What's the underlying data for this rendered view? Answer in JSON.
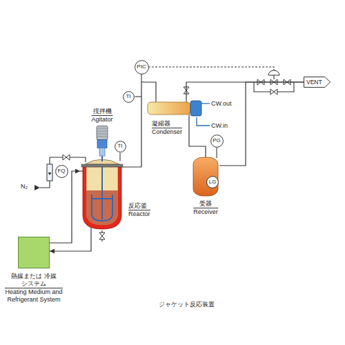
{
  "diagram": {
    "caption": "ジャケット反応装置",
    "nodes": [
      {
        "text": [
          "PIC"
        ]
      },
      {
        "text": [
          "TI"
        ]
      },
      {
        "text": [
          "VENT"
        ]
      },
      {
        "text": [
          "凝縮器",
          "Condenser"
        ]
      },
      {
        "text": [
          "撹拌機",
          "Agitator"
        ]
      },
      {
        "text": [
          "TI"
        ]
      },
      {
        "text": [
          "FQ"
        ]
      },
      {
        "text": [
          "PG"
        ]
      },
      {
        "text": [
          "反応釜",
          "Reactor"
        ]
      },
      {
        "text": [
          "受器",
          "Receiver"
        ]
      },
      {
        "text": [
          "LG"
        ],
        "in": 9
      },
      {
        "text": [
          "熱媒または 冷媒 システム",
          "Heating Medium and Refrigerant System"
        ]
      }
    ],
    "edges": [
      {
        "from": 11,
        "to": 8,
        "arrow": "to"
      },
      {
        "from": 8,
        "to": 11,
        "arrow": "to"
      },
      {
        "from": 8,
        "to": 3,
        "arrow": "none"
      },
      {
        "from": 3,
        "to": 9,
        "arrow": "none"
      },
      {
        "from": 3,
        "to": 2,
        "arrow": "none"
      },
      {
        "from": 9,
        "to": 2,
        "arrow": "none"
      }
    ],
    "labels": [
      "N₂",
      "CW.out",
      "CW.in"
    ]
  }
}
